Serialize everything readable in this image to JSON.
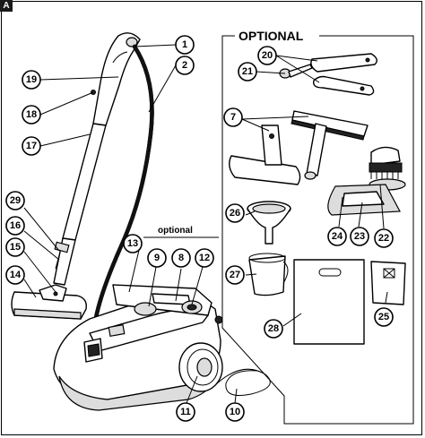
{
  "panel_letter": "A",
  "optional_title": "OPTIONAL",
  "optional_small": "optional",
  "callouts": [
    {
      "num": "1"
    },
    {
      "num": "2"
    },
    {
      "num": "19"
    },
    {
      "num": "18"
    },
    {
      "num": "17"
    },
    {
      "num": "29"
    },
    {
      "num": "16"
    },
    {
      "num": "15"
    },
    {
      "num": "14"
    },
    {
      "num": "13"
    },
    {
      "num": "9"
    },
    {
      "num": "8"
    },
    {
      "num": "12"
    },
    {
      "num": "11"
    },
    {
      "num": "10"
    },
    {
      "num": "20"
    },
    {
      "num": "21"
    },
    {
      "num": "7"
    },
    {
      "num": "26"
    },
    {
      "num": "24"
    },
    {
      "num": "23"
    },
    {
      "num": "22"
    },
    {
      "num": "27"
    },
    {
      "num": "28"
    },
    {
      "num": "25"
    }
  ]
}
